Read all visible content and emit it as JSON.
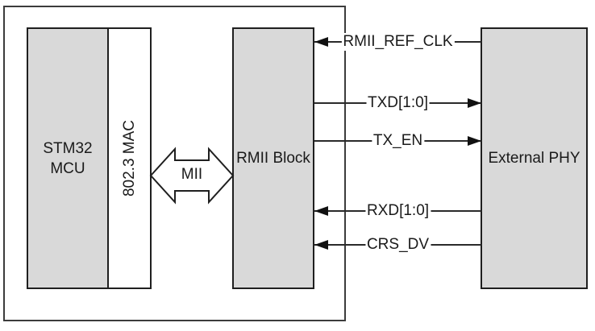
{
  "blocks": {
    "mcu": {
      "label_line1": "STM32",
      "label_line2": "MCU"
    },
    "mac": {
      "label": "802.3 MAC"
    },
    "rmii": {
      "label": "RMII Block"
    },
    "phy": {
      "label": "External PHY"
    }
  },
  "bus": {
    "label": "MII"
  },
  "signals": [
    {
      "label": "RMII_REF_CLK",
      "direction": "left"
    },
    {
      "label": "TXD[1:0]",
      "direction": "right"
    },
    {
      "label": "TX_EN",
      "direction": "right"
    },
    {
      "label": "RXD[1:0]",
      "direction": "left"
    },
    {
      "label": "CRS_DV",
      "direction": "left"
    }
  ],
  "colors": {
    "block_fill": "#d9d9d9",
    "line": "#2a2a2a",
    "text": "#1a1a1a"
  }
}
